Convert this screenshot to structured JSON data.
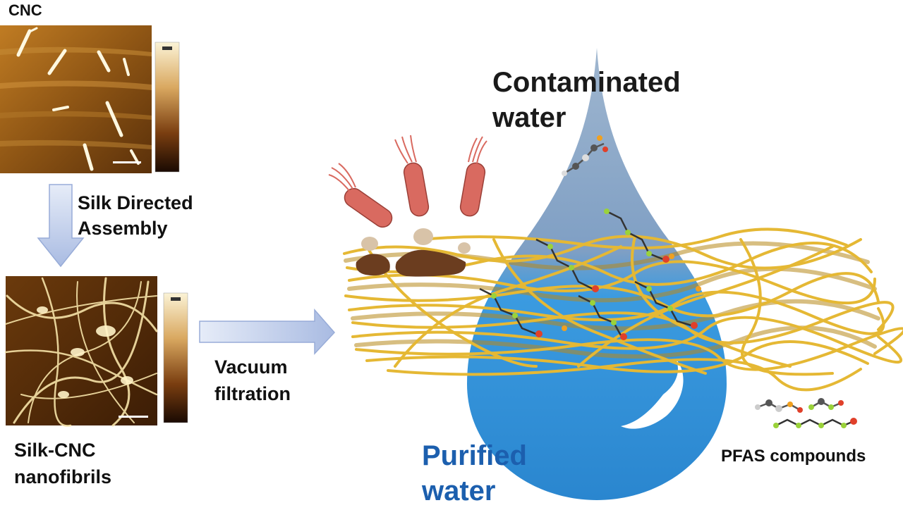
{
  "labels": {
    "cnc": "CNC",
    "step1": [
      "Silk Directed",
      "Assembly"
    ],
    "silk_cnc": [
      "Silk-CNC",
      "nanofibrils"
    ],
    "step2": [
      "Vacuum",
      "filtration"
    ],
    "contaminated": [
      "Contaminated",
      "water"
    ],
    "purified": [
      "Purified",
      "water"
    ],
    "pfas": "PFAS compounds"
  },
  "colors": {
    "afm_dark": "#4a2506",
    "afm_mid": "#a86a1e",
    "afm_light": "#f6e9b8",
    "arrow_fill": "#b9c8e8",
    "arrow_stroke": "#8da2d2",
    "drop_top": "#8aa6c6",
    "drop_bottom": "#2e8fd6",
    "fiber": "#e5b834",
    "fiber_dark": "#b8891c",
    "bacteria": "#d96a60",
    "bacteria_outline": "#9a3f37",
    "dirt": "#6b3d1f",
    "molecule_carbon": "#333333",
    "molecule_fluorine": "#9ad23a",
    "molecule_oxygen": "#e0402a",
    "molecule_sulfur": "#f0a020",
    "purified_text": "#1c5fae"
  },
  "icons": [
    "bacterium-icon",
    "pfas-molecule-icon",
    "arrow-down-icon",
    "arrow-right-icon",
    "water-drop-icon"
  ]
}
